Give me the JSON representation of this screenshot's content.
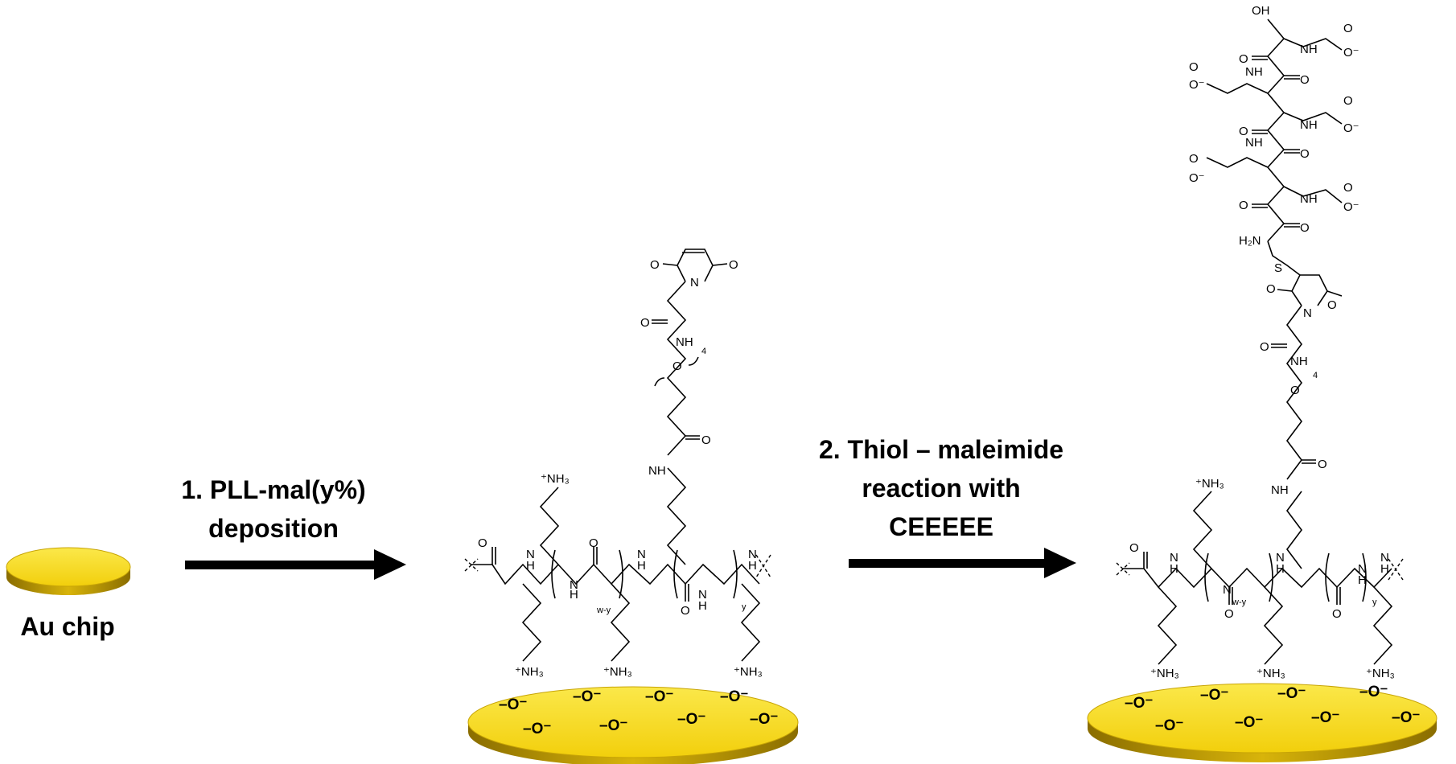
{
  "colors": {
    "gold": "#f5d312",
    "gold_dark": "#b8960a",
    "arrow": "#000000"
  },
  "chip": {
    "label": "Au chip"
  },
  "step1": {
    "line1": "1. PLL-mal(y%)",
    "line2": "deposition"
  },
  "step2": {
    "line1": "2. Thiol – maleimide",
    "line2": "reaction with",
    "line3": "CEEEEE"
  },
  "labels": {
    "nh3": "⁺NH₃",
    "nh": "NH",
    "n": "N",
    "h": "H",
    "o": "O",
    "s": "S",
    "oh": "OH",
    "h2n": "H₂N",
    "oxide": "–O⁻",
    "carboxylate": "O⁻",
    "wy": "w-y",
    "y": "y",
    "four": "4"
  }
}
